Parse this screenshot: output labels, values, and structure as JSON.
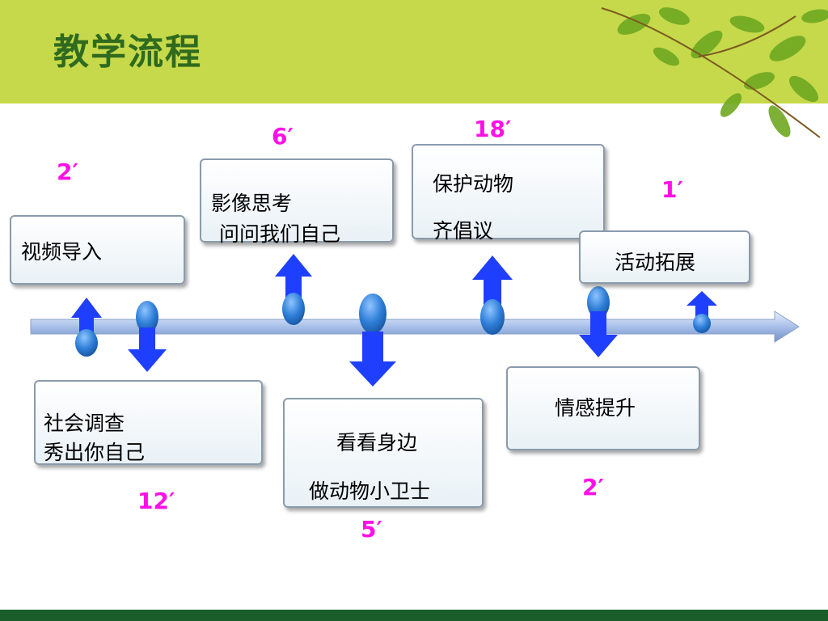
{
  "slide": {
    "title": "教学流程"
  },
  "colors": {
    "header": "#c5d94a",
    "title": "#2f6a1e",
    "duration": "#ff10e8",
    "arrow": "#1f3fff",
    "footer": "#1a5c2a"
  },
  "steps": [
    {
      "lines": [
        "视频导入"
      ],
      "duration": "2′"
    },
    {
      "lines": [
        "社会调查",
        "秀出你自己"
      ],
      "duration": "12′"
    },
    {
      "lines": [
        "影像思考",
        "问问我们自己"
      ],
      "duration": "6′"
    },
    {
      "lines": [
        "看看身边",
        "做动物小卫士"
      ],
      "duration": "5′"
    },
    {
      "lines": [
        "保护动物",
        "齐倡议"
      ],
      "duration": "18′"
    },
    {
      "lines": [
        "情感提升"
      ],
      "duration": "2′"
    },
    {
      "lines": [
        "活动拓展"
      ],
      "duration": "1′"
    }
  ]
}
